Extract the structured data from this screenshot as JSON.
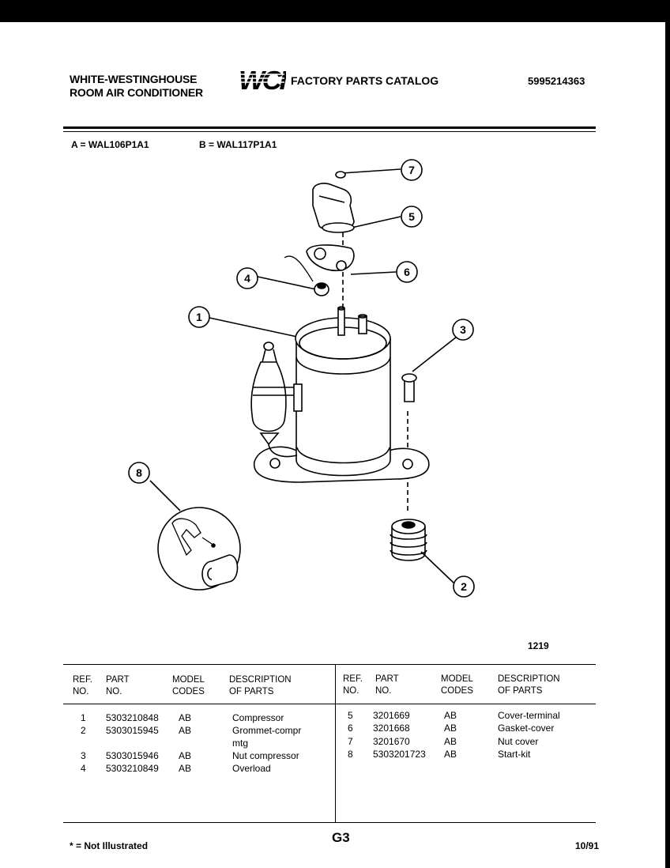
{
  "header": {
    "manufacturer_line1": "WHITE-WESTINGHOUSE",
    "manufacturer_line2": "ROOM AIR CONDITIONER",
    "logo_text": "WCI",
    "catalog_title": "FACTORY PARTS CATALOG",
    "doc_number": "5995214363"
  },
  "models": {
    "a": "A = WAL106P1A1",
    "b": "B = WAL117P1A1"
  },
  "diagram": {
    "callouts": [
      "1",
      "2",
      "3",
      "4",
      "5",
      "6",
      "7",
      "8"
    ],
    "figure_number": "1219"
  },
  "table": {
    "headers": {
      "ref": [
        "REF.",
        "NO."
      ],
      "part": [
        "PART",
        "NO."
      ],
      "model": [
        "MODEL",
        "CODES"
      ],
      "desc": [
        "DESCRIPTION",
        "OF PARTS"
      ]
    },
    "left_rows": [
      {
        "ref": "1",
        "part": "5303210848",
        "codes": "AB",
        "desc": "Compressor"
      },
      {
        "ref": "2",
        "part": "5303015945",
        "codes": "AB",
        "desc": "Grommet-compr"
      },
      {
        "ref": "",
        "part": "",
        "codes": "",
        "desc": "mtg"
      },
      {
        "ref": "3",
        "part": "5303015946",
        "codes": "AB",
        "desc": "Nut compressor"
      },
      {
        "ref": "4",
        "part": "5303210849",
        "codes": "AB",
        "desc": "Overload"
      }
    ],
    "right_rows": [
      {
        "ref": "5",
        "part": "3201669",
        "codes": "AB",
        "desc": "Cover-terminal"
      },
      {
        "ref": "6",
        "part": "3201668",
        "codes": "AB",
        "desc": "Gasket-cover"
      },
      {
        "ref": "7",
        "part": "3201670",
        "codes": "AB",
        "desc": "Nut cover"
      },
      {
        "ref": "8",
        "part": "5303201723",
        "codes": "AB",
        "desc": "Start-kit"
      }
    ]
  },
  "footer": {
    "note": "* = Not Illustrated",
    "page": "G3",
    "date": "10/91"
  }
}
